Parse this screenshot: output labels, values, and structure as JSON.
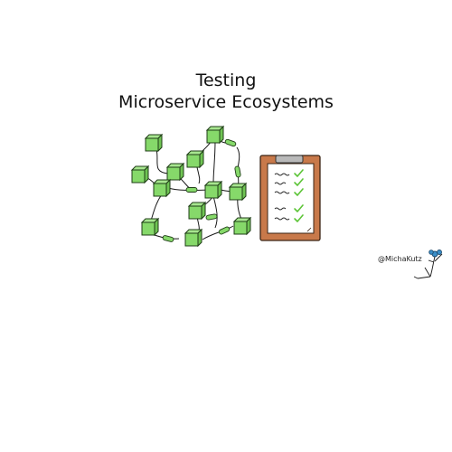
{
  "title": {
    "line1": "Testing",
    "line2": "Microservice Ecosystems"
  },
  "author": {
    "handle": "@MichaKutz"
  },
  "colors": {
    "box_fill": "#86d96a",
    "box_stroke": "#1f3d17",
    "clipboard_board": "#c8794a",
    "clipboard_paper": "#ffffff",
    "clipboard_clip": "#b9b9b9",
    "check": "#5cc437",
    "avatar_hair": "#3b8fc9"
  },
  "icons": {
    "network": "microservice-network-icon",
    "clipboard": "checklist-clipboard-icon",
    "avatar": "stick-figure-avatar-icon"
  }
}
